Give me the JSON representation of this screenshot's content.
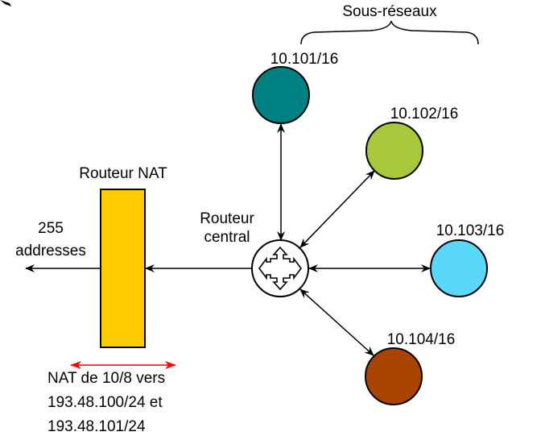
{
  "title": "Sous-réseaux",
  "nat_router": {
    "label": "Routeur NAT",
    "color": "#ffcc00"
  },
  "central_router": {
    "label_line1": "Routeur",
    "label_line2": "central"
  },
  "outside": {
    "line1": "255",
    "line2": "addresses"
  },
  "nat_note": {
    "line1": "NAT de 10/8 vers",
    "line2": "193.48.100/24 et",
    "line3": "193.48.101/24",
    "arrow_color": "#ff0000"
  },
  "subnets": [
    {
      "label": "10.101/16",
      "color": "#008080"
    },
    {
      "label": "10.102/16",
      "color": "#a8c83c"
    },
    {
      "label": "10.103/16",
      "color": "#5ad8fa"
    },
    {
      "label": "10.104/16",
      "color": "#a84400"
    }
  ]
}
